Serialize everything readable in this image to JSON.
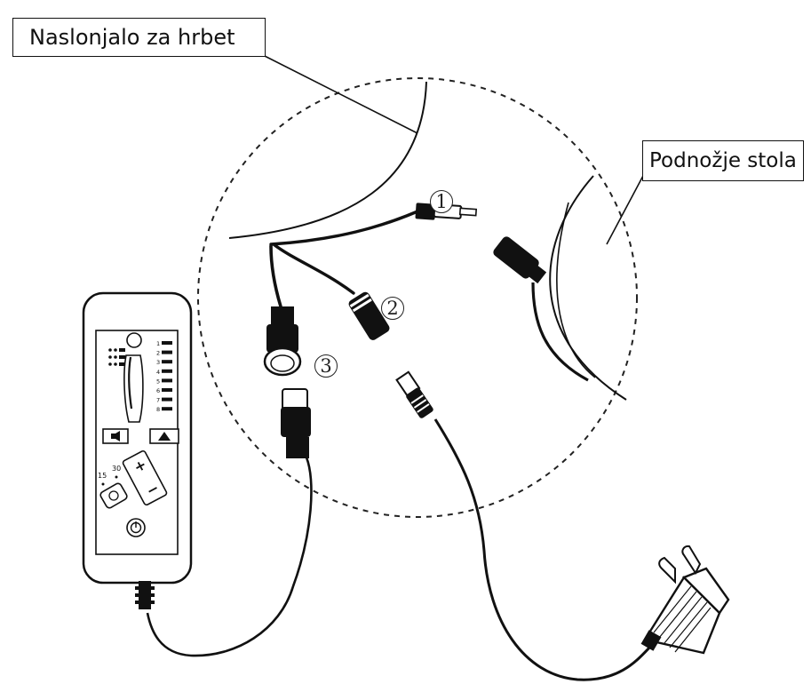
{
  "labels": {
    "backrest": "Naslonjalo za hrbet",
    "base": "Podnožje stola"
  },
  "connectors": {
    "one": "1",
    "two": "2",
    "three": "3"
  },
  "remote": {
    "speed_15": "15",
    "speed_30": "30",
    "plus_sign": "+",
    "minus_sign": "−",
    "level_numbers": [
      "1",
      "2",
      "3",
      "4",
      "5",
      "6",
      "7",
      "8"
    ]
  },
  "colors": {
    "ink": "#111111",
    "background": "#ffffff"
  }
}
